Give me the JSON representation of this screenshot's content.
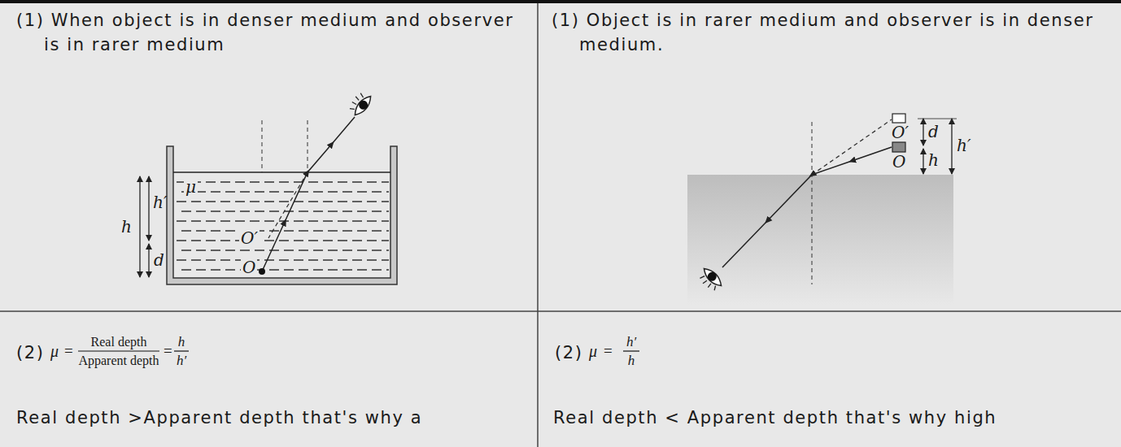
{
  "diagram": {
    "labels": [
      "(1) When object is in denser medium and observer is in rarer medium",
      "h",
      "h′",
      "μ",
      "O′",
      "d",
      "O",
      "(1) Object is in rarer medium and observer is in denser medium.",
      "O′",
      "d",
      "h′",
      "O",
      "h",
      "(2)",
      "μ",
      "=",
      "Real depth",
      "Apparent depth",
      "=",
      "h",
      "h′",
      "Real depth >Apparent depth that's why a",
      "(2)",
      "μ",
      "=",
      "h′",
      "h",
      "Real depth < Apparent depth that's why high"
    ]
  }
}
